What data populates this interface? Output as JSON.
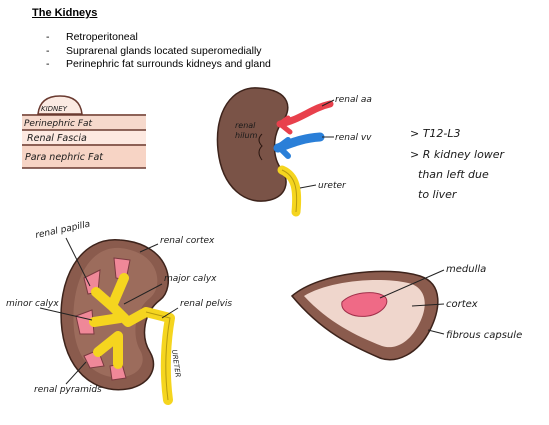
{
  "header": {
    "title": "The Kidneys",
    "bullets": [
      "Retroperitoneal",
      "Suprarenal glands located superomedially",
      "Perinephric fat surrounds kidneys and gland"
    ]
  },
  "layers_sketch": {
    "kidney_label": "KIDNEY",
    "layers": [
      "Perinephric Fat",
      "Renal Fascia",
      "Para nephric Fat"
    ]
  },
  "hilum_sketch": {
    "hilum_label": [
      "renal",
      "hilum"
    ],
    "vessels": [
      "renal aa",
      "renal vv",
      "ureter"
    ]
  },
  "notes": [
    "> T12-L3",
    "> R kidney lower",
    "than left due",
    "to liver"
  ],
  "section_sketch": {
    "labels": [
      "renal papilla",
      "renal cortex",
      "major calyx",
      "renal pelvis",
      "minor calyx",
      "renal pyramids",
      "URETER"
    ]
  },
  "capsule_sketch": {
    "labels": [
      "medulla",
      "cortex",
      "fibrous capsule"
    ]
  },
  "colors": {
    "kidney_brown": "#7a5347",
    "artery_red": "#e8404c",
    "vein_blue": "#2a7fd8",
    "ureter_yellow": "#f5d51f",
    "pyramid_pink": "#ef8898"
  }
}
